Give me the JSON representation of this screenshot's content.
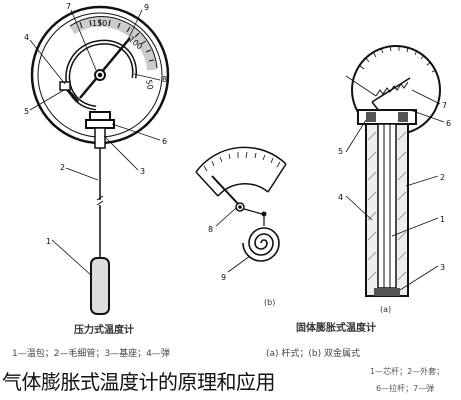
{
  "page_title": "气体膨胀式温度计的原理和应用",
  "figures": {
    "pressure_gauge": {
      "caption": "压力式温度计",
      "legend": "1—温包；2—毛细管；3—基座；4—弹",
      "scale_labels": [
        "150",
        "100",
        "50"
      ],
      "part_numbers": [
        "1",
        "2",
        "3",
        "4",
        "5",
        "6",
        "7",
        "8",
        "9"
      ]
    },
    "bimetal_small": {
      "caption": "(b)",
      "part_numbers": [
        "8",
        "9"
      ]
    },
    "solid_expansion": {
      "caption_top": "固体膨胀式温度计",
      "caption_sub": "(a) 杆式；(b) 双金属式",
      "sub_label": "(a)",
      "legend_left": "1—芯杆；2—外套；",
      "legend_right": "6—拉杆；7—弹",
      "part_numbers": [
        "1",
        "2",
        "3",
        "4",
        "5",
        "6",
        "7"
      ]
    }
  },
  "colors": {
    "ink": "#111111",
    "mid_gray": "#666666",
    "light_gray": "#cccccc"
  }
}
